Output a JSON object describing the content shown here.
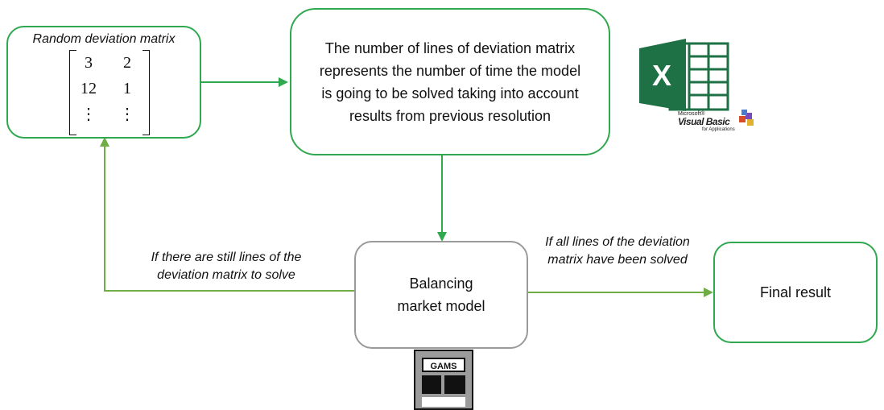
{
  "matrix_box": {
    "title": "Random deviation matrix",
    "rows": [
      [
        "3",
        "2"
      ],
      [
        "12",
        "1"
      ],
      [
        "⋮",
        "⋮"
      ]
    ]
  },
  "nodes": {
    "description": "The number of lines of deviation matrix represents the number of time the model is going to be solved taking into account results from previous resolution",
    "balancing": "Balancing market model",
    "final": "Final result"
  },
  "edge_labels": {
    "loop_back": "If there are still lines of the deviation matrix to solve",
    "to_final": "If all lines of the deviation matrix have been solved"
  },
  "logos": {
    "excel_letter": "X",
    "vba_small": "Microsoft®",
    "vba_main": "Visual Basic",
    "vba_sub": "for Applications",
    "gams": "GAMS"
  },
  "colors": {
    "green": "#2fa84f",
    "arrow_green": "#70ad47",
    "gray_border": "#9a9a9a",
    "excel_green": "#1e7145"
  }
}
